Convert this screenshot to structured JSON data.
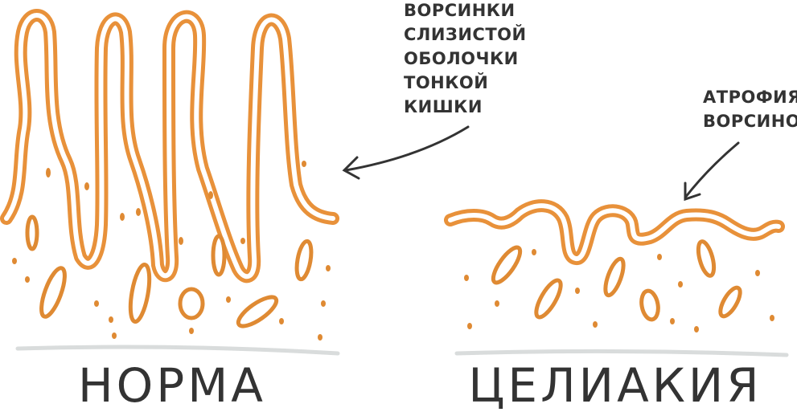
{
  "colors": {
    "villi_outline": "#e8913a",
    "villi_inner": "#f4a94e",
    "cells": "#df8a33",
    "base_line": "#d9dcdc",
    "text": "#333333"
  },
  "panels": {
    "normal": {
      "title": "НОРМА",
      "annotation_lines": [
        "ВОРСИНКИ",
        "СЛИЗИСТОЙ",
        "ОБОЛОЧКИ",
        "ТОНКОЙ",
        "КИШКИ"
      ]
    },
    "celiac": {
      "title": "ЦЕЛИАКИЯ",
      "annotation_lines": [
        "АТРОФИЯ",
        "ВОРСИНОК"
      ]
    }
  }
}
